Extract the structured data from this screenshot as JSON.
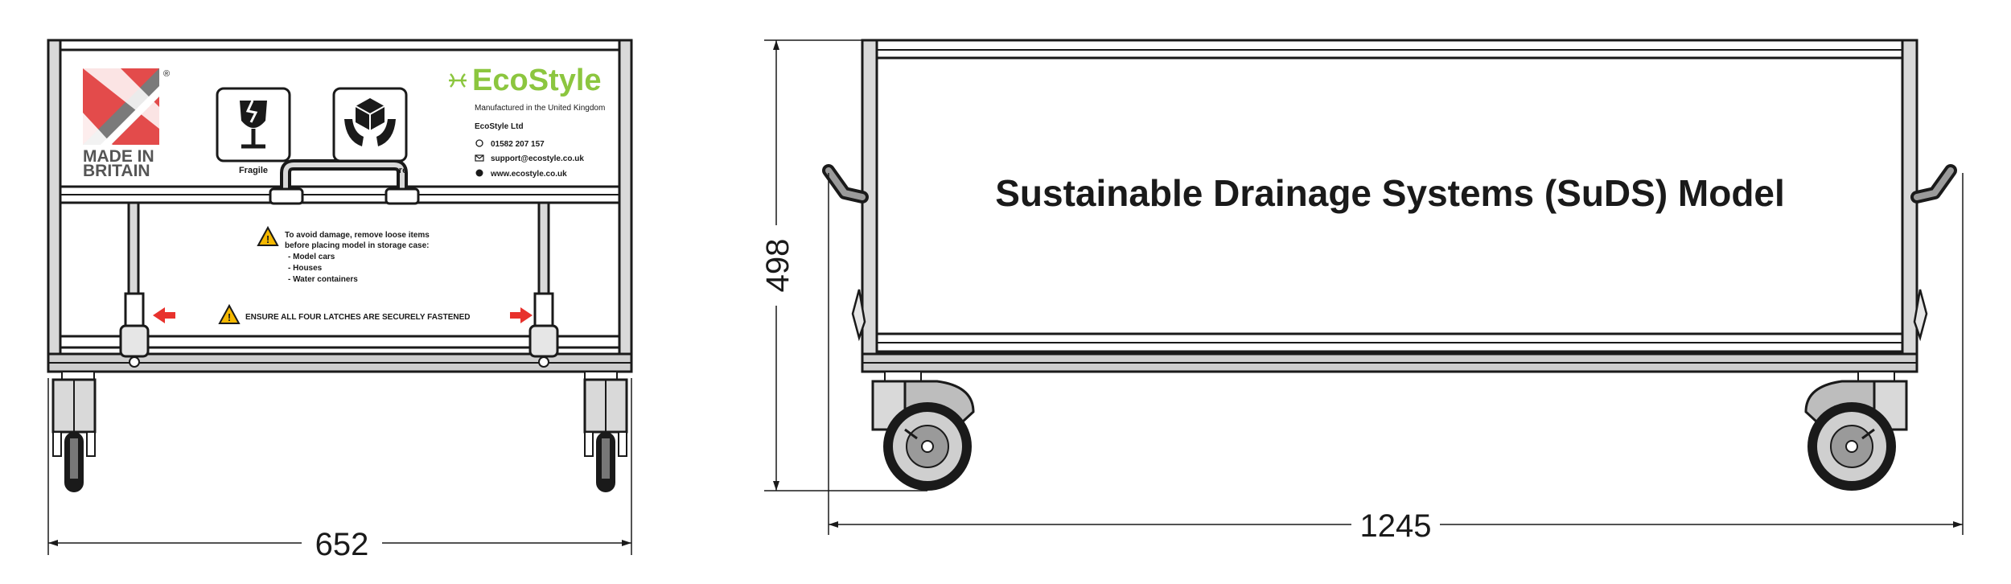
{
  "front_view": {
    "made_in_britain": {
      "line1": "MADE IN",
      "line2": "BRITAIN",
      "registered": "®"
    },
    "fragile_label": "Fragile",
    "handle_with_care_label": "re",
    "brand": {
      "name": "EcoStyle",
      "tagline": "Manufactured in the United Kingdom",
      "company": "EcoStyle Ltd",
      "phone": "01582 207 157",
      "email": "support@ecostyle.co.uk",
      "website": "www.ecostyle.co.uk",
      "color": "#8cc63f"
    },
    "warning_main": {
      "line1": "To avoid damage, remove loose items",
      "line2": "before placing model in storage case:",
      "items": [
        "- Model cars",
        "- Houses",
        "- Water containers"
      ]
    },
    "latch_warning": "ENSURE ALL FOUR LATCHES ARE SECURELY FASTENED",
    "width_dimension": "652"
  },
  "side_view": {
    "panel_title": "Sustainable Drainage Systems (SuDS) Model",
    "height_dimension": "498",
    "length_dimension": "1245"
  },
  "colors": {
    "line": "#1a1a1a",
    "frame_fill": "#d9d9d9",
    "wheel_gray": "#bdbdbd",
    "flag_red": "#e34b4b",
    "flag_gray": "#7a7a7a",
    "warning_yellow": "#f5b800",
    "arrow_red": "#e8322d"
  }
}
